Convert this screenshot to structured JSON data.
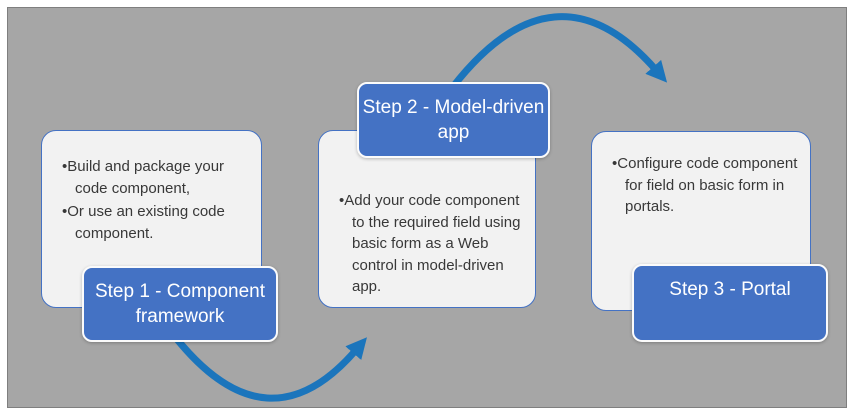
{
  "diagram": {
    "steps": [
      {
        "label": "Step 1 - Component framework",
        "bullets": [
          "Build and package your code component,",
          "Or use an existing code component."
        ]
      },
      {
        "label": "Step 2 - Model-driven app",
        "bullets": [
          "Add your code component to the required field using basic form as a Web control in model-driven app."
        ]
      },
      {
        "label": "Step 3 - Portal",
        "bullets": [
          "Configure code component for field on basic form in portals."
        ]
      }
    ],
    "colors": {
      "panel_background": "#A6A6A6",
      "panel_border": "#7F7F7F",
      "card_fill": "#F2F2F2",
      "card_border": "#4472C4",
      "label_fill": "#4472C4",
      "label_border": "#FBFBFB",
      "label_text": "#FFFFFF",
      "arrow": "#1B75BC",
      "body_text": "#383838"
    }
  }
}
